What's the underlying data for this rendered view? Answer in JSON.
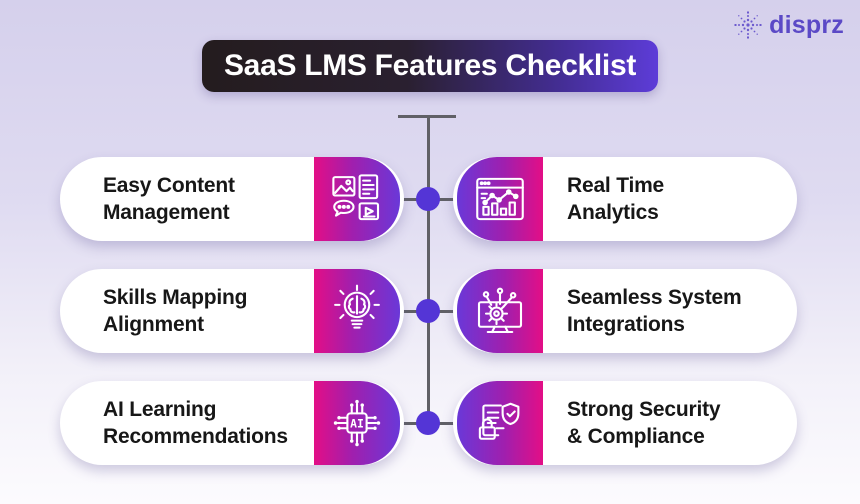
{
  "title": {
    "text": "SaaS LMS Features Checklist",
    "text_color": "#ffffff",
    "gradient_left": "#241c1e",
    "gradient_right": "#5d3cd8"
  },
  "logo": {
    "brand": "disprz",
    "color": "#5b49c6",
    "icon": "snowflake-dots-icon"
  },
  "connector": {
    "line_color": "#606066",
    "dot_color": "#5435d6"
  },
  "accent": {
    "pink": "#e30e86",
    "purple": "#6a38d8",
    "background_top": "#d5d0ec",
    "background_bottom": "#fcfbfe"
  },
  "features": [
    {
      "title_line1": "Easy Content",
      "title_line2": "Management",
      "icon": "content-management-icon",
      "side": "left"
    },
    {
      "title_line1": "Real Time",
      "title_line2": "Analytics",
      "icon": "analytics-icon",
      "side": "right"
    },
    {
      "title_line1": "Skills Mapping",
      "title_line2": "Alignment",
      "icon": "skills-lightbulb-icon",
      "side": "left"
    },
    {
      "title_line1": "Seamless System",
      "title_line2": "Integrations",
      "icon": "system-integration-icon",
      "side": "right"
    },
    {
      "title_line1": "AI Learning",
      "title_line2": "Recommendations",
      "icon": "ai-chip-icon",
      "side": "left"
    },
    {
      "title_line1": "Strong Security",
      "title_line2": "& Compliance",
      "icon": "security-compliance-icon",
      "side": "right"
    }
  ]
}
